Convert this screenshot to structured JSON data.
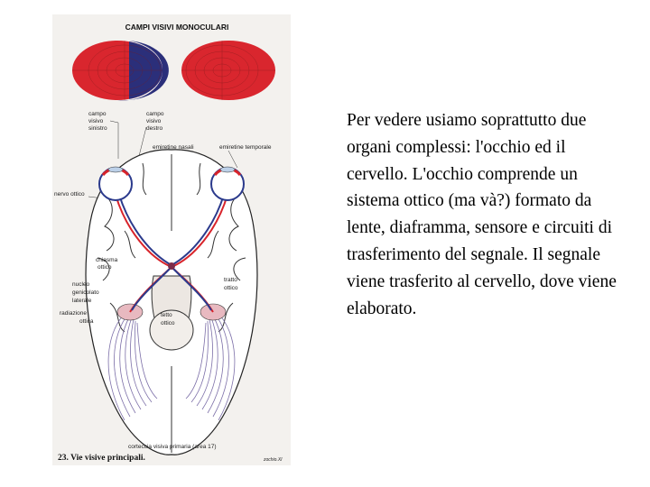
{
  "diagram": {
    "title": "CAMPI VISIVI MONOCULARI",
    "labels": {
      "campo_sinistro": [
        "campo",
        "visivo",
        "sinistro"
      ],
      "campo_destro": [
        "campo",
        "visivo",
        "destro"
      ],
      "emiretine_nasali": "emiretine nasali",
      "emiretine_temporale": "emiretine temporale",
      "nervo_ottico": "nervo ottico",
      "chiasma": [
        "chiasma",
        "ottico"
      ],
      "tratto": [
        "tratto",
        "ottico"
      ],
      "nucleo": [
        "nucleo",
        "genicolato",
        "laterale"
      ],
      "radiazione": [
        "radiazione",
        "ottica"
      ],
      "tetto": [
        "tetto",
        "ottico"
      ],
      "corteccia": "corteccia visiva primaria (area 17)"
    },
    "figure_caption": "23. Vie visive principali.",
    "signature": "zochio.XI",
    "colors": {
      "field_red": "#d9262e",
      "field_blue": "#2b2f7a",
      "pathway_red": "#d8232a",
      "pathway_blue": "#2b3a8c",
      "radiation": "#7c6fa8"
    }
  },
  "text": {
    "paragraph": "Per vedere usiamo soprattutto due organi complessi: l'occhio ed il cervello. L'occhio comprende un sistema ottico (ma và?) formato da lente, diaframma, sensore e circuiti di trasferimento del segnale. Il segnale viene trasferito al cervello, dove viene elaborato."
  }
}
